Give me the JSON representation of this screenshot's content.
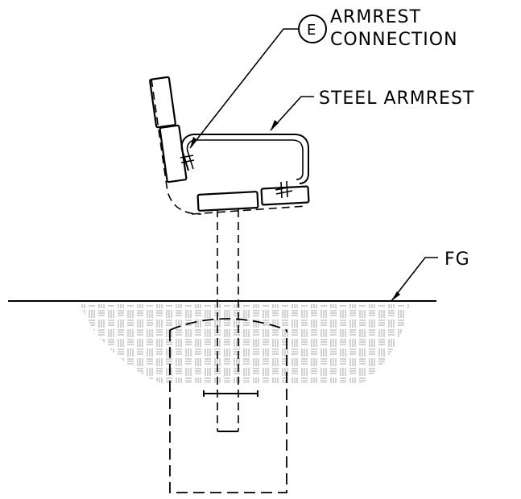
{
  "labels": {
    "callout_letter": "E",
    "armrest_connection_line1": "ARMREST",
    "armrest_connection_line2": "CONNECTION",
    "steel_armrest": "STEEL ARMREST",
    "finish_grade": "FG"
  },
  "colors": {
    "line": "#000000",
    "soil_hatch": "#b9b9b9",
    "background": "#ffffff"
  }
}
